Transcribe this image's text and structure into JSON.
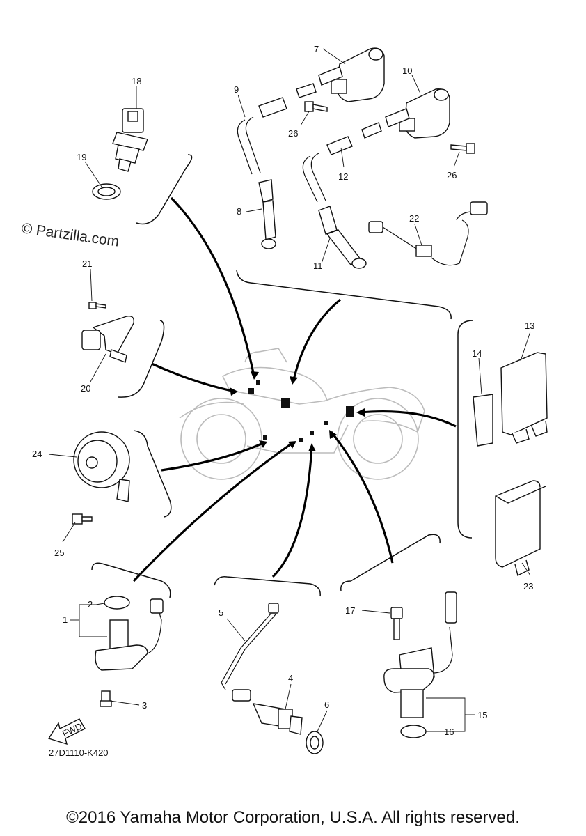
{
  "watermark": "© Partzilla.com",
  "diagram_code": "27D1110-K420",
  "fwd_label": "FWD",
  "copyright": "©2016 Yamaha Motor Corporation, U.S.A. All rights reserved.",
  "callouts": {
    "c1": "1",
    "c2": "2",
    "c3": "3",
    "c4": "4",
    "c5": "5",
    "c6": "6",
    "c7": "7",
    "c8": "8",
    "c9": "9",
    "c10": "10",
    "c11": "11",
    "c12": "12",
    "c13": "13",
    "c14": "14",
    "c15": "15",
    "c16": "16",
    "c17": "17",
    "c18": "18",
    "c19": "19",
    "c20": "20",
    "c21": "21",
    "c22": "22",
    "c23": "23",
    "c24": "24",
    "c25": "25",
    "c26a": "26",
    "c26b": "26"
  }
}
